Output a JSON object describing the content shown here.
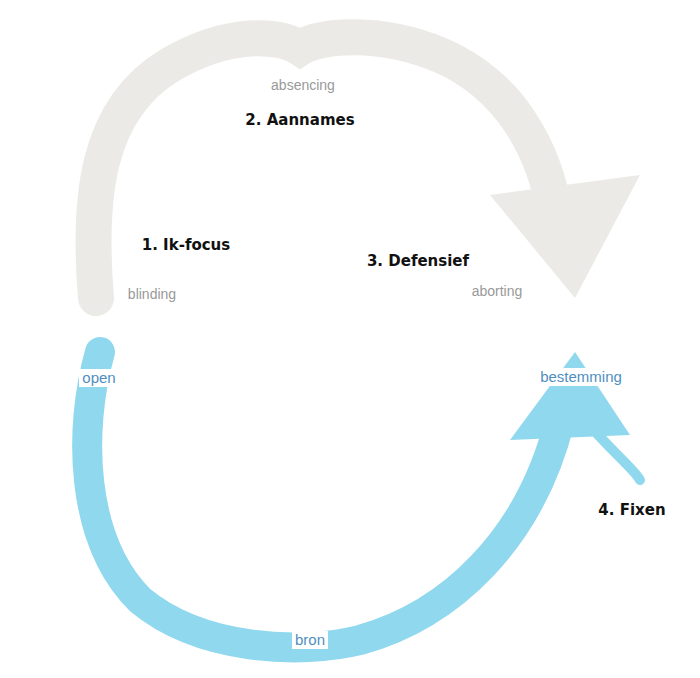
{
  "diagram": {
    "labels": [
      "absencing",
      "2. Aannames",
      "1. Ik-focus",
      "blinding",
      "3. Defensief",
      "aborting",
      "open",
      "bestemming",
      "4. Fixen",
      "bron"
    ]
  }
}
